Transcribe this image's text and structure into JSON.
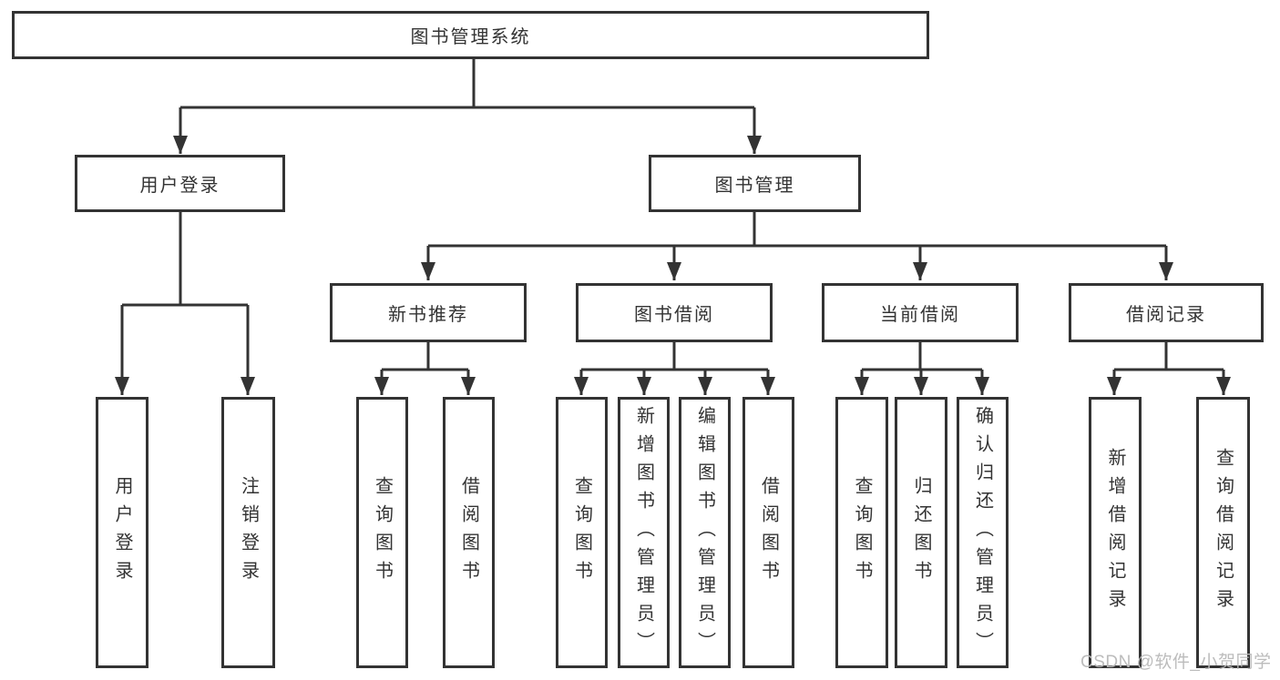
{
  "diagram_title": "图书管理系统",
  "tree": {
    "root": {
      "label": "图书管理系统"
    },
    "branches": [
      {
        "label": "用户登录",
        "children": [
          {
            "label": "用户登录"
          },
          {
            "label": "注销登录"
          }
        ]
      },
      {
        "label": "图书管理",
        "children": [
          {
            "label": "新书推荐",
            "children": [
              {
                "label": "查询图书"
              },
              {
                "label": "借阅图书"
              }
            ]
          },
          {
            "label": "图书借阅",
            "children": [
              {
                "label": "查询图书"
              },
              {
                "label": "新增图书（管理员）"
              },
              {
                "label": "编辑图书（管理员）"
              },
              {
                "label": "借阅图书"
              }
            ]
          },
          {
            "label": "当前借阅",
            "children": [
              {
                "label": "查询图书"
              },
              {
                "label": "归还图书"
              },
              {
                "label": "确认归还（管理员）"
              }
            ]
          },
          {
            "label": "借阅记录",
            "children": [
              {
                "label": "新增借阅记录"
              },
              {
                "label": "查询借阅记录"
              }
            ]
          }
        ]
      }
    ]
  },
  "watermark": {
    "text": "CSDN @软件_小贺同学"
  },
  "colors": {
    "line": "#333333",
    "box_fill": "#ffffff",
    "text": "#333333",
    "watermark": "#b9b9b9",
    "background": "#ffffff"
  }
}
